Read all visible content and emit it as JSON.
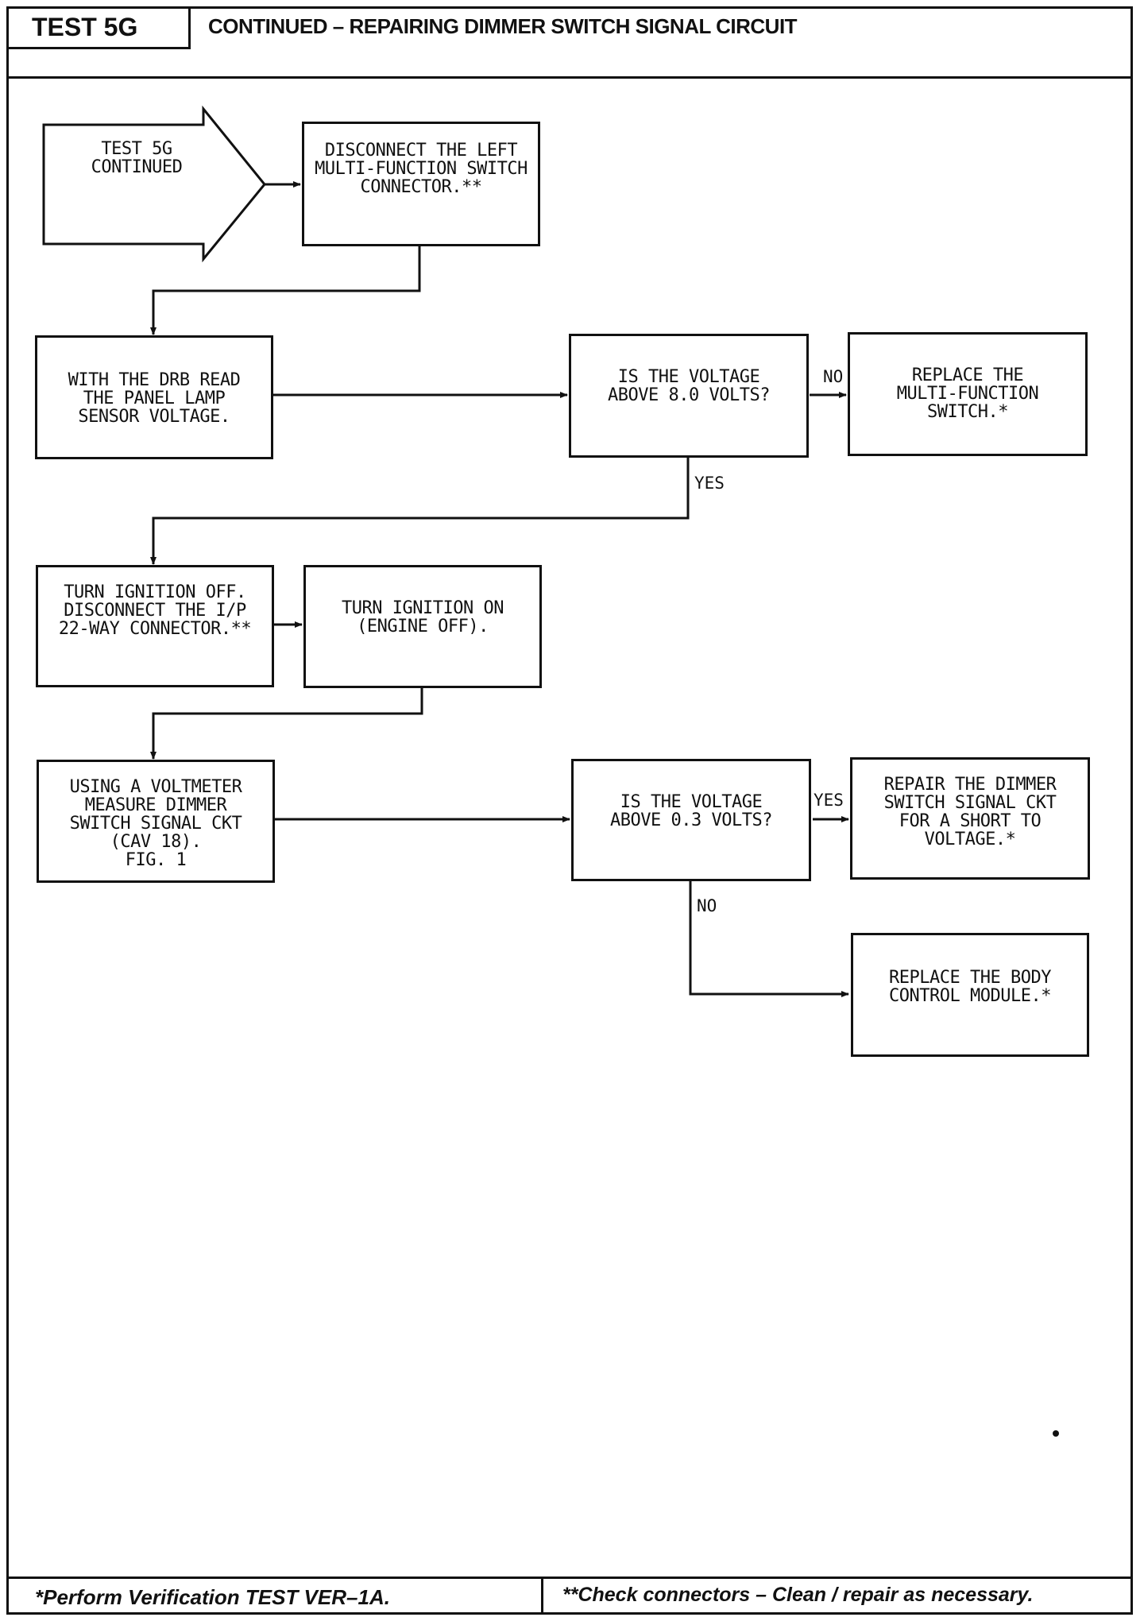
{
  "header": {
    "test_id": "TEST 5G",
    "title": "CONTINUED – REPAIRING DIMMER SWITCH SIGNAL CIRCUIT"
  },
  "nodes": {
    "start": "TEST 5G\nCONTINUED",
    "disconnect_left_mfs": "DISCONNECT THE LEFT\nMULTI-FUNCTION SWITCH\nCONNECTOR.**",
    "drb_read_voltage": "WITH THE DRB READ\nTHE PANEL LAMP\nSENSOR VOLTAGE.",
    "voltage_above_8": "IS THE VOLTAGE\nABOVE 8.0 VOLTS?",
    "replace_mfs": "REPLACE THE\nMULTI-FUNCTION\nSWITCH.*",
    "ignition_off_disconnect": "TURN IGNITION OFF.\nDISCONNECT THE I/P\n22-WAY CONNECTOR.**",
    "ignition_on": "TURN IGNITION ON\n(ENGINE OFF).",
    "voltmeter_measure": "USING A VOLTMETER\nMEASURE DIMMER\nSWITCH SIGNAL CKT\n(CAV 18).\nFIG. 1",
    "voltage_above_03": "IS THE VOLTAGE\nABOVE 0.3 VOLTS?",
    "repair_dimmer_ckt": "REPAIR THE DIMMER\nSWITCH SIGNAL CKT\nFOR A SHORT TO\nVOLTAGE.*",
    "replace_bcm": "REPLACE THE BODY\nCONTROL MODULE.*"
  },
  "edge_labels": {
    "q1_no": "NO",
    "q1_yes": "YES",
    "q2_yes": "YES",
    "q2_no": "NO"
  },
  "footer": {
    "left": "*Perform Verification TEST VER–1A.",
    "right": "**Check connectors – Clean / repair as necessary."
  }
}
